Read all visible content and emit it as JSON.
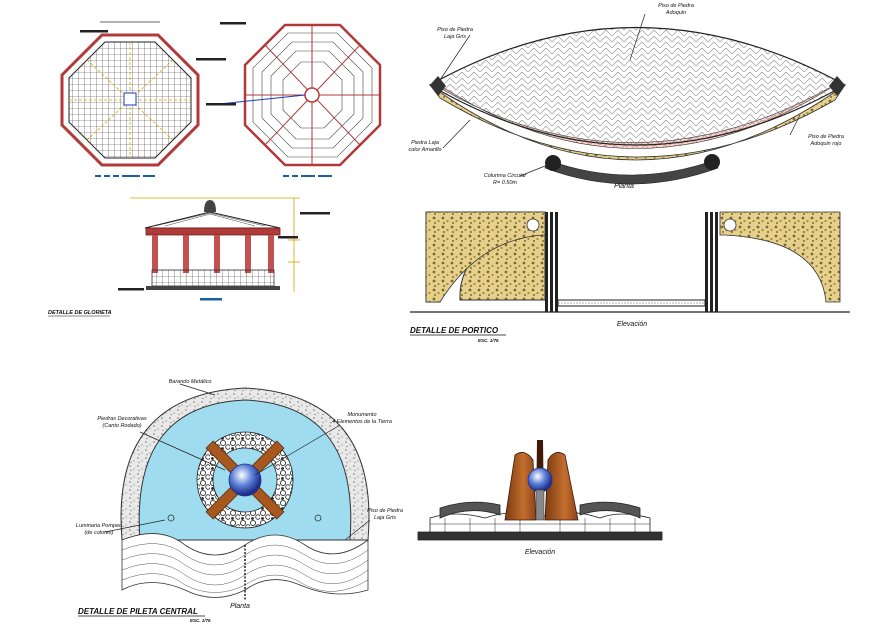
{
  "drawing": {
    "kiosk": {
      "detail_title": "DETALLE DE GLORIETA"
    },
    "portico": {
      "plan_labels": {
        "adoquin": "Piso de Piedra\nAdoquin",
        "laja_gris": "Piso de Piedra\nLaja Gris",
        "laja_amarilla": "Piedra Laja\ncolor Amarillo",
        "adoquin_rojo": "Piso de Piedra\nAdoquin rojo",
        "columna": "Columna Circular\nR= 0.50m"
      },
      "plan_caption": "Planta",
      "elevation_caption": "Elevación",
      "detail_title": "DETALLE DE PORTICO",
      "scale": "ESC. 1/75"
    },
    "fountain": {
      "plan_labels": {
        "barando": "Barando Metálico",
        "piedras": "Piedras Decorativas\n(Canto Rodado)",
        "monumento": "Monumento\n4 Elementos de la Tierra",
        "luminaria": "Luminaria Pompeo\n(de colores)",
        "laja_gris": "Piso de Piedra\nLaja Gris"
      },
      "plan_caption": "Planta",
      "elevation_caption": "Elevación",
      "detail_title": "DETALLE DE PILETA CENTRAL",
      "scale": "ESC. 1/75"
    },
    "colors": {
      "water": "#9fdcef",
      "stone_yellow": "#d9c07a",
      "brick_red": "#f2c9c0",
      "bronze": "#b5652b",
      "kiosk_red": "#b03a3a"
    }
  }
}
